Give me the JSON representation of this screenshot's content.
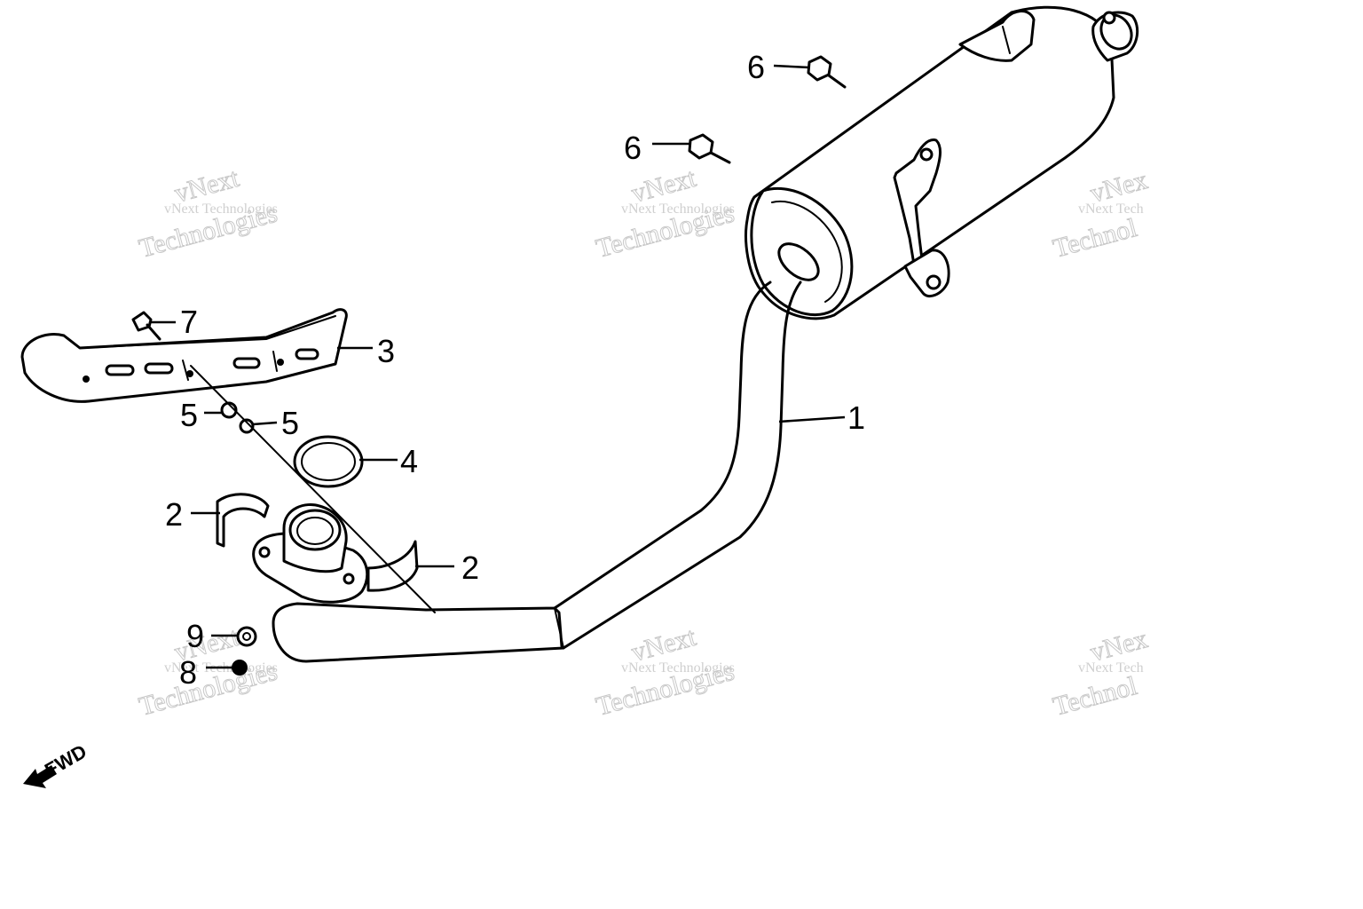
{
  "callouts": {
    "muffler": "1",
    "clamp_left": "2",
    "clamp_right": "2",
    "heat_shield": "3",
    "gasket": "4",
    "washer_left": "5",
    "washer_right": "5",
    "bolt_upper": "6",
    "bolt_lower": "6",
    "screw": "7",
    "nut_8": "8",
    "nut_9": "9"
  },
  "direction_label": "FWD",
  "direction_icon": "arrow-down-left-icon",
  "watermark": {
    "brand": "vNext",
    "line": "vNext Technologies",
    "word": "Technologies",
    "word_cut": "Technol",
    "line_cut": "vNext Tech",
    "brand_cut": "vNex"
  },
  "colors": {
    "ink": "#000000",
    "watermark": "#c8c8c8",
    "background": "#ffffff"
  }
}
